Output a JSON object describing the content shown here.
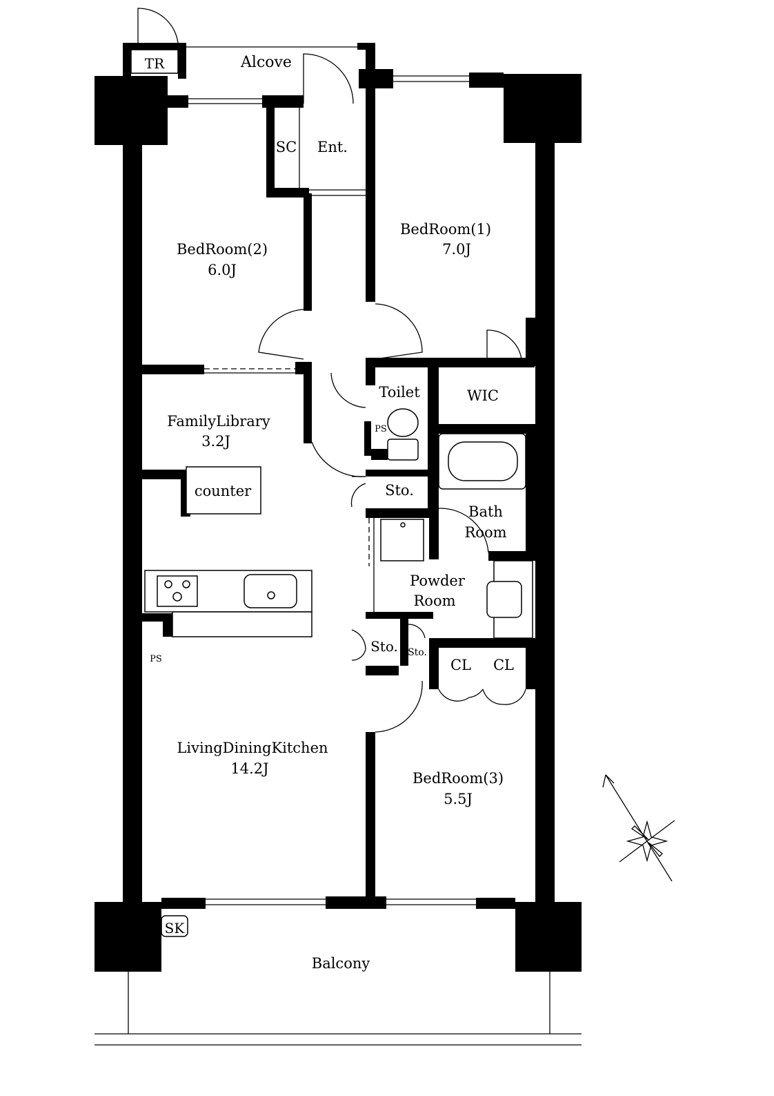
{
  "rooms": {
    "alcove": "Alcove",
    "tr": "TR",
    "sc": "SC",
    "ent": "Ent.",
    "bedroom1_name": "BedRoom(1)",
    "bedroom1_size": "7.0J",
    "bedroom2_name": "BedRoom(2)",
    "bedroom2_size": "6.0J",
    "toilet": "Toilet",
    "wic": "WIC",
    "ps_toilet": "PS",
    "family_library_name": "FamilyLibrary",
    "family_library_size": "3.2J",
    "counter": "counter",
    "sto_upper": "Sto.",
    "bath_line1": "Bath",
    "bath_line2": "Room",
    "powder_line1": "Powder",
    "powder_line2": "Room",
    "ps_kitchen": "PS",
    "sto_lower_left": "Sto.",
    "sto_lower_small": "Sto.",
    "cl_left": "CL",
    "cl_right": "CL",
    "ldk_name": "LivingDiningKitchen",
    "ldk_size": "14.2J",
    "bedroom3_name": "BedRoom(3)",
    "bedroom3_size": "5.5J",
    "sk": "SK",
    "balcony": "Balcony"
  },
  "icons": {
    "compass": "north-arrow-compass-rose-icon"
  }
}
